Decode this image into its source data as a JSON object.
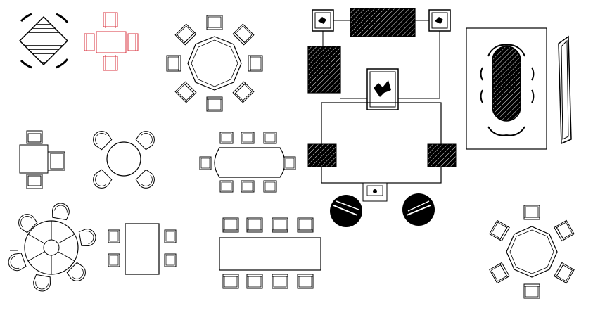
{
  "drawing": {
    "subject": "furniture-blocks",
    "colors": {
      "background": "#ffffff",
      "line": "#000000",
      "accent": "#d9333f",
      "hatch": "#000000"
    },
    "blocks": [
      "square-table-diagonal-4-seat",
      "square-table-4-chairs-red",
      "round-table-8-seat-top",
      "side-tables-and-cabinets",
      "coffee-table-living-set",
      "oval-table-6-seat-rug",
      "wall-tv-panel",
      "square-table-2-chairs",
      "round-table-4-seat",
      "boat-table-8-seat",
      "round-armchairs-pair",
      "segmented-round-table-6-seat",
      "rectangular-table-4-seat",
      "long-table-8-seat",
      "round-table-6-seat-bottom"
    ]
  }
}
